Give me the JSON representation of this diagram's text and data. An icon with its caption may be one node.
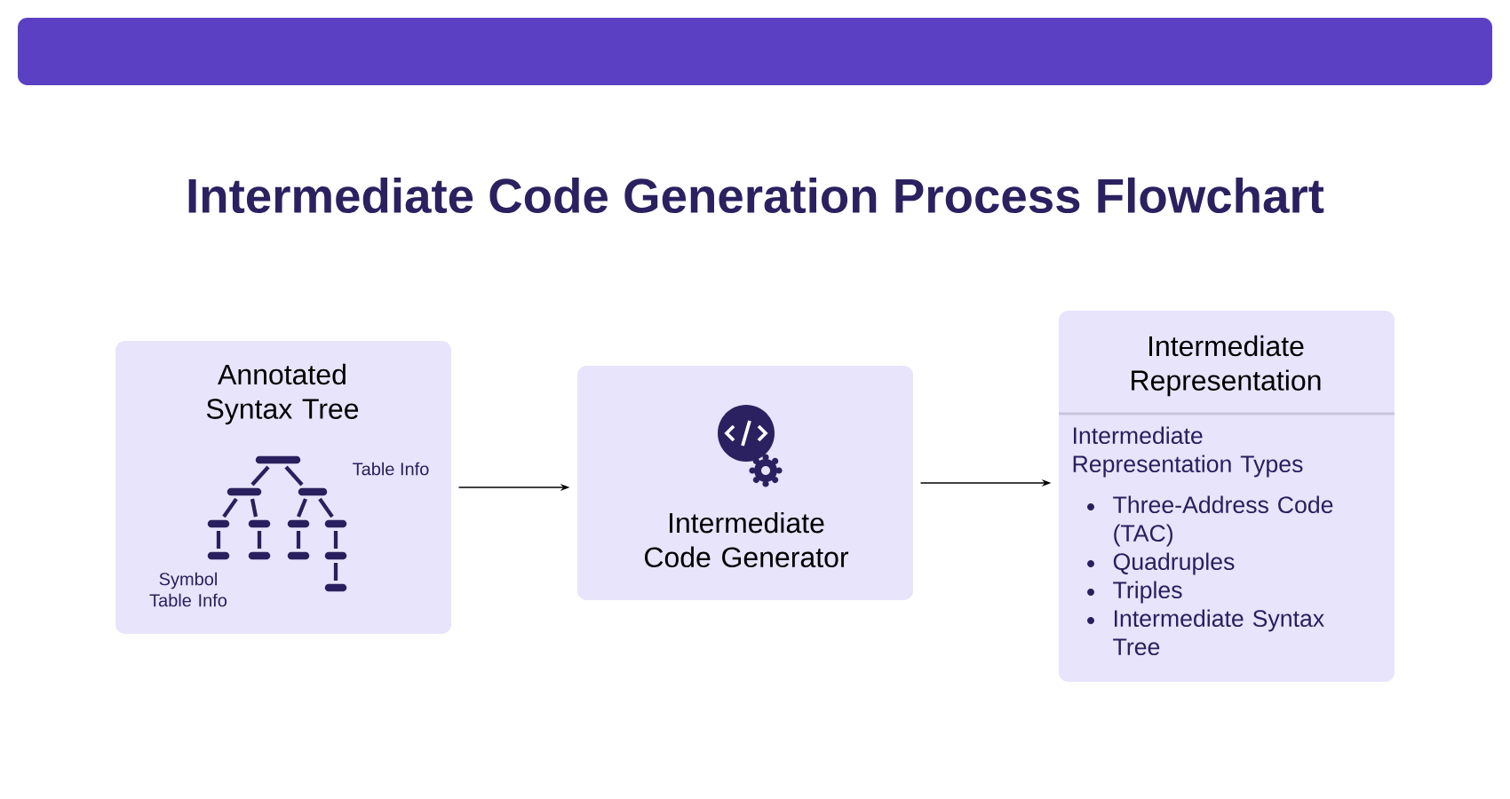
{
  "diagram": {
    "title": "Intermediate Code Generation Process Flowchart",
    "nodes": [
      {
        "text": [
          "Annotated Syntax Tree",
          "Table Info",
          "Symbol Table Info"
        ]
      },
      {
        "text": [
          "Intermediate Code Generator"
        ]
      },
      {
        "text": [
          "Intermediate Representation",
          "Intermediate Representation Types",
          "Three-Address Code (TAC)",
          "Quadruples",
          "Triples",
          "Intermediate Syntax Tree"
        ]
      }
    ],
    "edges": [
      {
        "from": 0,
        "to": 1,
        "arrow": "to"
      },
      {
        "from": 1,
        "to": 2,
        "arrow": "to"
      }
    ]
  }
}
